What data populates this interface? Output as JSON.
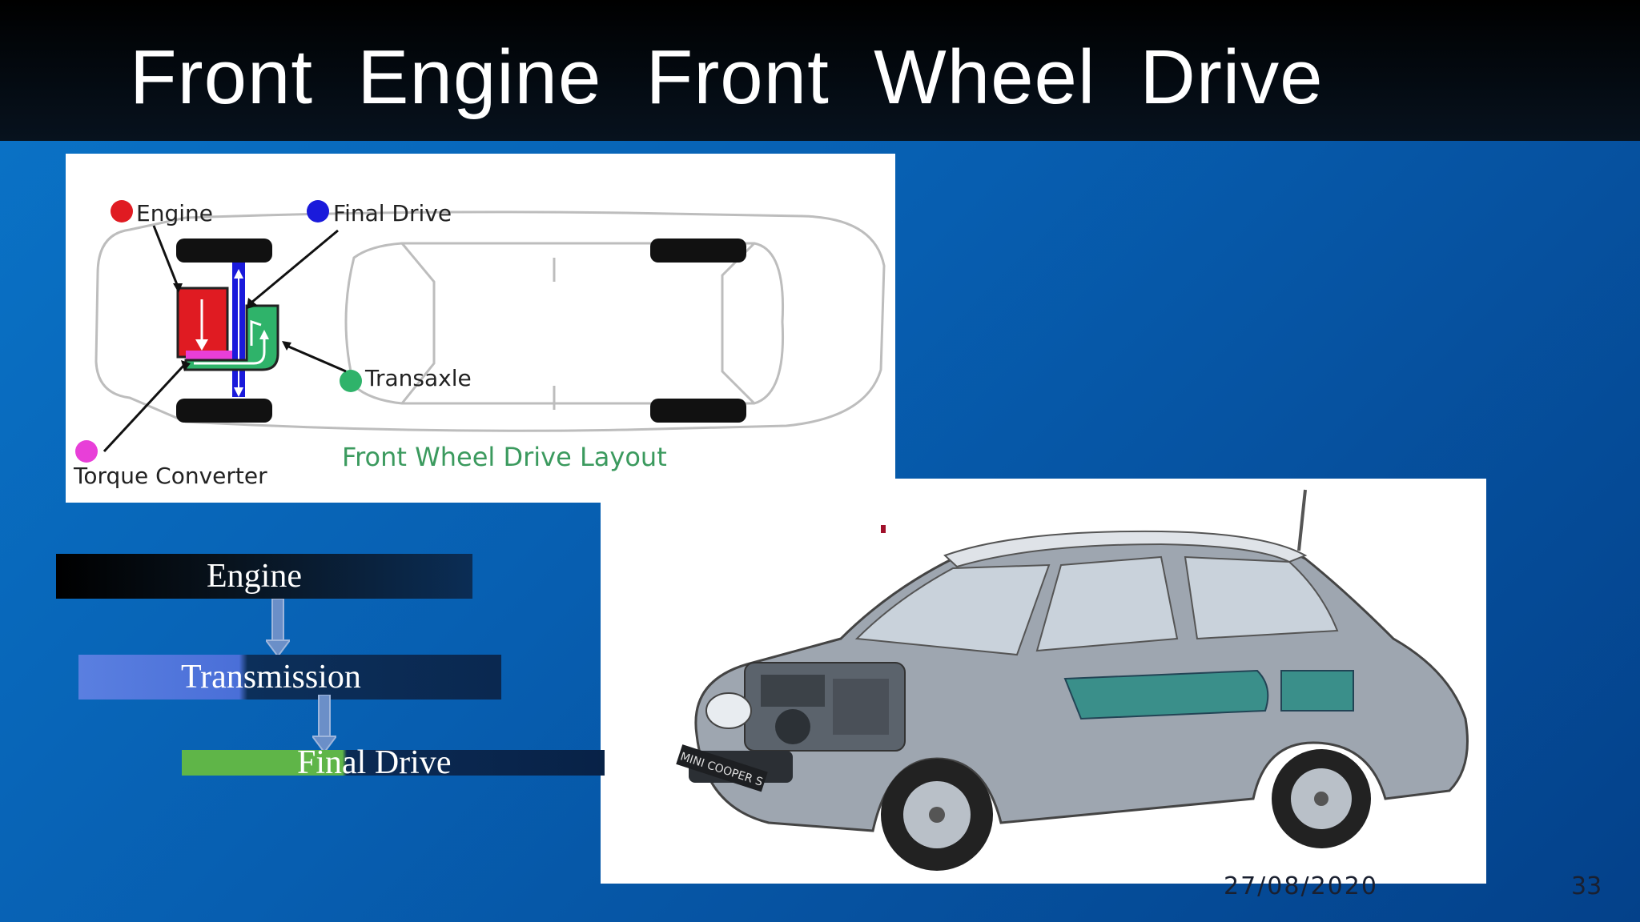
{
  "slide": {
    "title": "Front  Engine  Front  Wheel  Drive",
    "date": "27/08/2020",
    "page_number": "33"
  },
  "layout_diagram": {
    "labels": {
      "engine": "Engine",
      "final_drive": "Final Drive",
      "transaxle": "Transaxle",
      "torque_converter": "Torque Converter",
      "caption": "Front Wheel Drive Layout"
    },
    "colors": {
      "engine": "#e01b22",
      "final_drive": "#1a1adb",
      "transaxle": "#2fb36a",
      "torque_converter": "#e83fd8"
    }
  },
  "flow": {
    "steps": [
      {
        "label": "Engine"
      },
      {
        "label": "Transmission"
      },
      {
        "label": "Final Drive"
      }
    ]
  },
  "photo": {
    "plate_text": "MINI COOPER S"
  }
}
